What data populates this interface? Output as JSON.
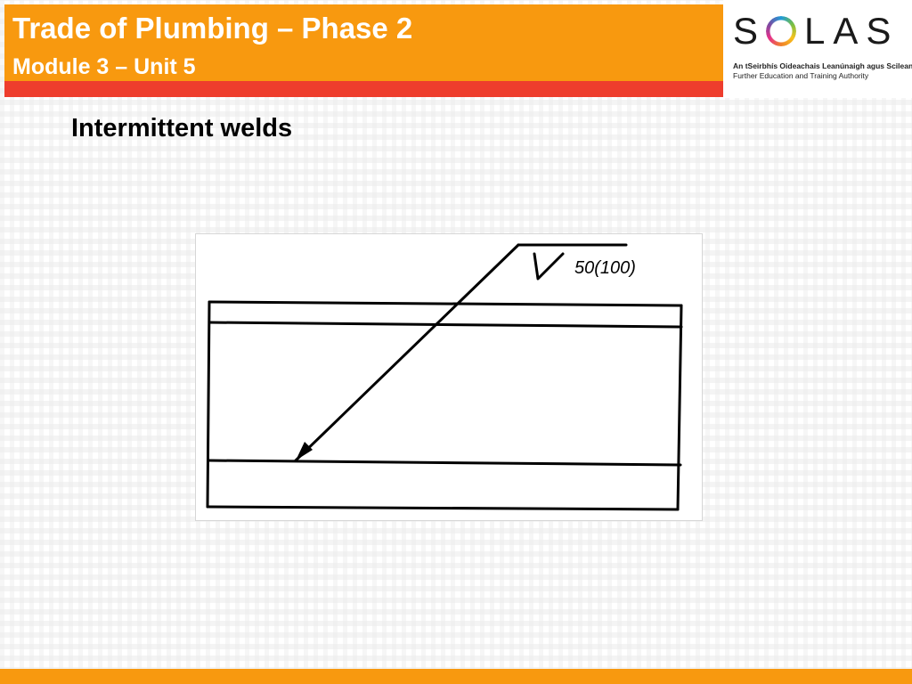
{
  "header": {
    "title": "Trade of Plumbing – Phase 2",
    "subtitle": "Module 3 – Unit 5"
  },
  "logo": {
    "word_first": "S",
    "word_rest": "LAS",
    "tagline_irish": "An tSeirbhís Oideachais Leanúnaigh agus Scileanna",
    "tagline_english": "Further Education and Training Authority"
  },
  "slide": {
    "heading": "Intermittent welds"
  },
  "figure": {
    "weld_dimension": "50(100)",
    "weld_symbol": "fillet-weld-symbol"
  },
  "colors": {
    "header_orange": "#f8990f",
    "header_red": "#ee3d2d",
    "text_white": "#ffffff"
  }
}
